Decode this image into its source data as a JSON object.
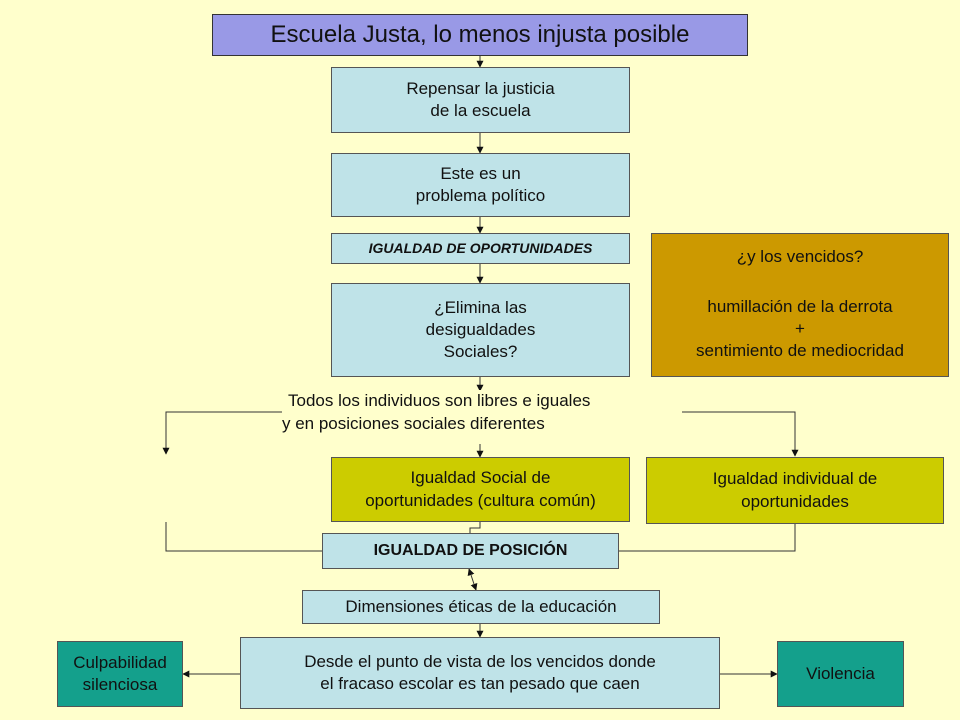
{
  "title": "Escuela Justa, lo menos injusta posible",
  "nodes": {
    "repensar": [
      "Repensar la justicia",
      "de la escuela"
    ],
    "politico": [
      "Este es un",
      "problema político"
    ],
    "oportunidades": [
      "IGUALDAD DE OPORTUNIDADES"
    ],
    "elimina": [
      "¿Elimina las",
      "desigualdades",
      "Sociales?"
    ],
    "vencidos_q": [
      "¿y los vencidos?"
    ],
    "vencidos_a": [
      "humillación de la derrota",
      "+",
      "sentimiento de mediocridad"
    ],
    "todos": [
      "Todos los individuos son libres e iguales",
      "y en posiciones sociales diferentes"
    ],
    "social": [
      "Igualdad Social de",
      "oportunidades (cultura común)"
    ],
    "individual": [
      "Igualdad individual de",
      "oportunidades"
    ],
    "posicion": [
      "IGUALDAD DE POSICIÓN"
    ],
    "eticas": [
      "Dimensiones éticas de la educación"
    ],
    "desde": [
      "Desde el punto de vista de los vencidos donde",
      "el fracaso escolar es tan pesado que caen"
    ],
    "culpabilidad": [
      "Culpabilidad",
      "silenciosa"
    ],
    "violencia": [
      "Violencia"
    ]
  },
  "colors": {
    "background": "#ffffcc",
    "title": "#9999e6",
    "light_blue": "#bfe3e8",
    "olive": "#cccc00",
    "gold": "#cc9900",
    "teal": "#14a08c"
  }
}
